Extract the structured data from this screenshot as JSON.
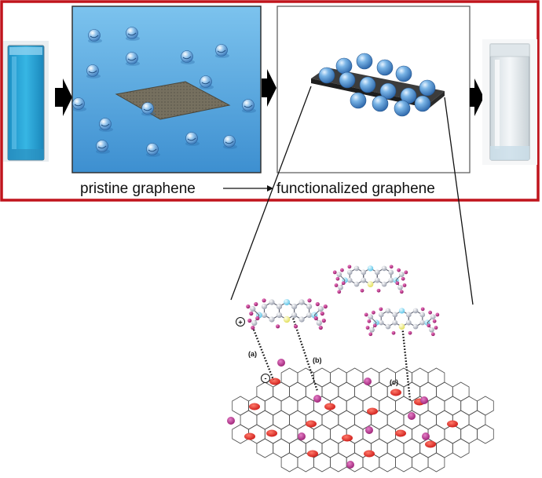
{
  "captions": {
    "pristine": "pristine graphene",
    "functionalized": "functionalized  graphene"
  },
  "interaction_labels": {
    "a": "(a)",
    "b": "(b)",
    "c": "(c)"
  },
  "charges": {
    "plus": "+",
    "minus": "-"
  },
  "colors": {
    "frame": "#c0141c",
    "dye_solution": "#2aa6d6",
    "clear_solution": "#e8edf0",
    "water": "#4fa3dc",
    "graphene_sheet": "#6e6a5c",
    "dye_ball": "#3f86c9",
    "carbon_atom": "#b8bcc8",
    "nitrogen_atom": "#7fd3ee",
    "sulfur_atom": "#f1ef7a",
    "methyl_h": "#b0187a",
    "graphene_o_red": "#e01010",
    "graphene_o_magenta": "#b4147c"
  },
  "icons": [
    "arrow-right-icon",
    "cuvette-icon",
    "dye-molecule-icon",
    "graphene-lattice-icon"
  ]
}
